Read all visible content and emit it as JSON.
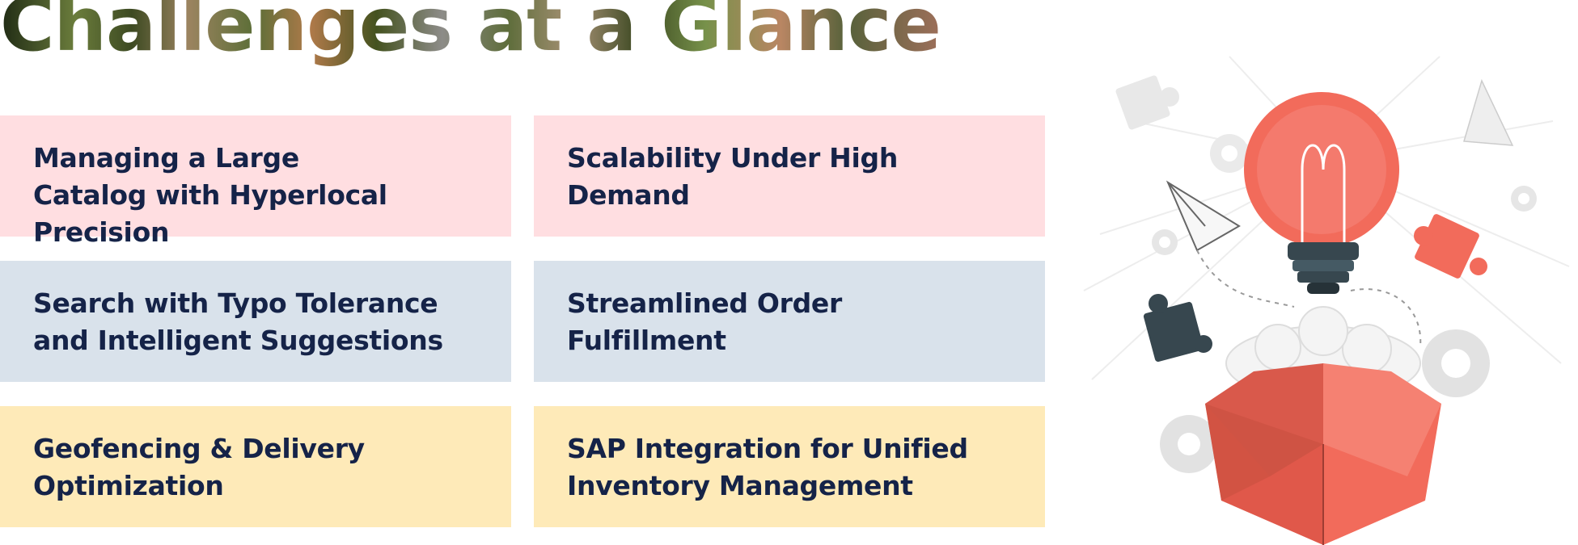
{
  "title": "Challenges at a Glance",
  "cards": [
    {
      "text": "Managing a Large Catalog with Hyperlocal Precision",
      "color": "#FFDEE1"
    },
    {
      "text": "Scalability Under High Demand",
      "color": "#FFDEE1"
    },
    {
      "text": "Search with Typo Tolerance and Intelligent Suggestions",
      "color": "#D9E2EB"
    },
    {
      "text": "Streamlined Order Fulfillment",
      "color": "#D9E2EB"
    },
    {
      "text": "Geofencing & Delivery Optimization",
      "color": "#FEEAB8"
    },
    {
      "text": "SAP Integration for Unified Inventory Management",
      "color": "#FEEAB8"
    }
  ],
  "colors": {
    "text": "#152348",
    "accent": "#F26B5B",
    "dark": "#37474F"
  },
  "illustration": {
    "icons": [
      "lightbulb-icon",
      "open-box-icon",
      "puzzle-piece-icon",
      "paper-plane-icon",
      "gear-icon"
    ]
  }
}
